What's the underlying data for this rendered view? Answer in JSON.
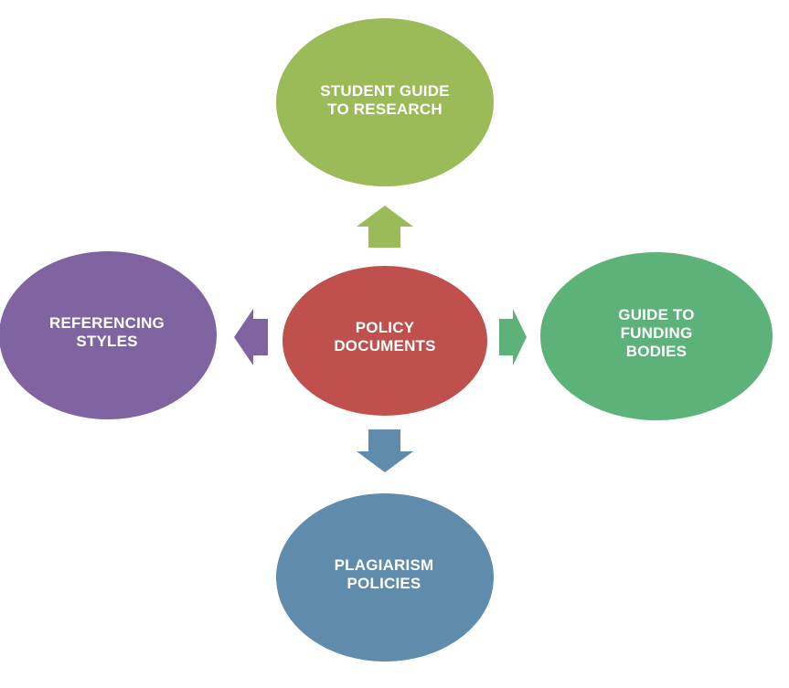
{
  "diagram": {
    "center": {
      "label": "POLICY\nDOCUMENTS",
      "color": "#c0504d"
    },
    "nodes": {
      "top": {
        "label": "STUDENT GUIDE\nTO RESEARCH",
        "color": "#9bbb59"
      },
      "right": {
        "label": "GUIDE TO\nFUNDING\nBODIES",
        "color": "#5db27a"
      },
      "bottom": {
        "label": "PLAGIARISM\nPOLICIES",
        "color": "#5f8cac"
      },
      "left": {
        "label": "REFERENCING\nSTYLES",
        "color": "#8064a2"
      }
    }
  }
}
